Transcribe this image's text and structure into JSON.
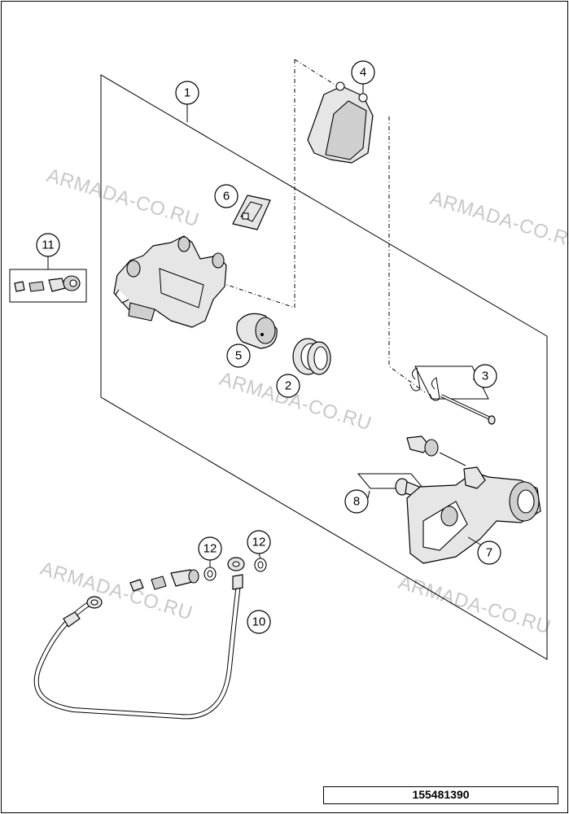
{
  "watermarks": [
    "ARMADA-CO.RU",
    "ARMADA-CO.RU",
    "ARMADA-CO.RU",
    "ARMADA-CO.RU",
    "ARMADA-CO.RU"
  ],
  "callouts": [
    "1",
    "2",
    "3",
    "4",
    "5",
    "6",
    "7",
    "8",
    "10",
    "11",
    "12",
    "12"
  ],
  "reference_number": "155481390"
}
